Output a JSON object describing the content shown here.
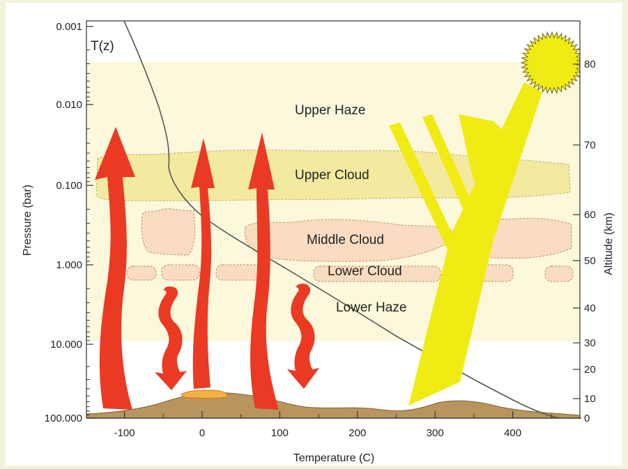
{
  "figure": {
    "left_axis": {
      "title": "Pressure (bar)",
      "ticks": [
        "0.001",
        "0.010",
        "0.100",
        "1.000",
        "10.000",
        "100.000"
      ]
    },
    "right_axis": {
      "title": "Altitude (km)",
      "ticks": [
        "80",
        "70",
        "60",
        "50",
        "40",
        "30",
        "20",
        "10",
        "0"
      ]
    },
    "bottom_axis": {
      "title": "Temperature (C)",
      "ticks": [
        "-100",
        "0",
        "100",
        "200",
        "300",
        "400"
      ]
    },
    "curve_label": "T(z)",
    "layers": {
      "upper_haze": "Upper Haze",
      "upper_cloud": "Upper Cloud",
      "middle_cloud": "Middle Cloud",
      "lower_cloud": "Lower Cloud",
      "lower_haze": "Lower Haze"
    },
    "colors": {
      "haze": "#fbf8dc",
      "upper_cloud": "#f3eaa0",
      "cloud_dots": "#fbd9b8",
      "heat_arrows": "#ea3a24",
      "sunlight": "#f1eb14",
      "surface": "#b8955e",
      "lava": "#f6b042"
    }
  }
}
